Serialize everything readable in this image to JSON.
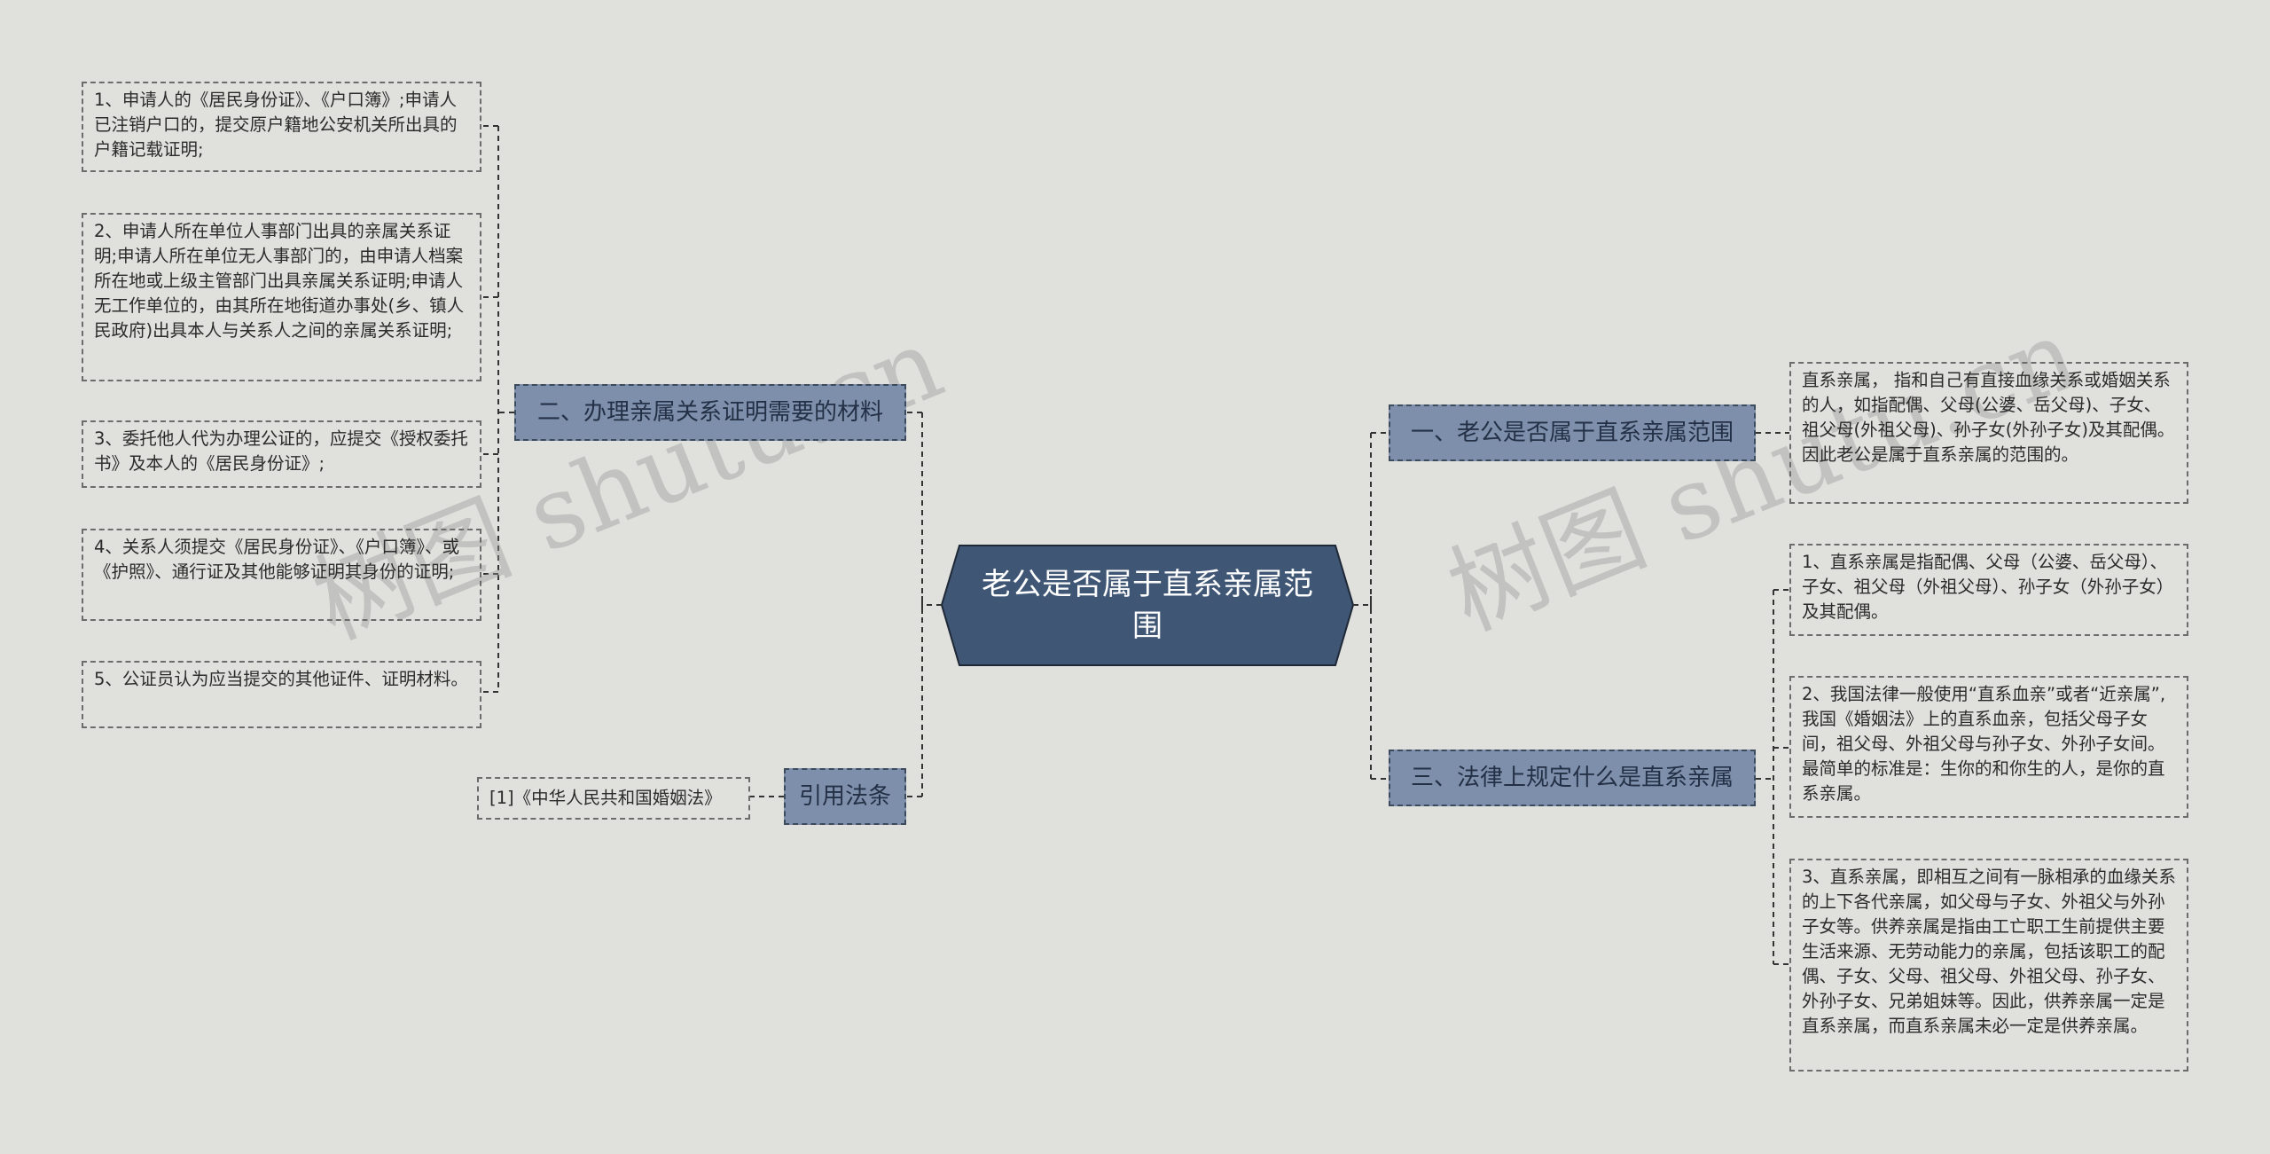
{
  "center": {
    "title": "老公是否属于直系亲属范围"
  },
  "branches": {
    "b1": {
      "label": "一、老公是否属于直系亲属范围"
    },
    "b2": {
      "label": "二、办理亲属关系证明需要的材料"
    },
    "b3": {
      "label": "三、法律上规定什么是直系亲属"
    },
    "b4": {
      "label": "引用法条"
    }
  },
  "leaves": {
    "b1_1": "直系亲属， 指和自己有直接血缘关系或婚姻关系的人，如指配偶、父母(公婆、岳父母)、子女、祖父母(外祖父母)、孙子女(外孙子女)及其配偶。因此老公是属于直系亲属的范围的。",
    "b2_1": "1、申请人的《居民身份证》、《户口簿》;申请人已注销户口的，提交原户籍地公安机关所出具的户籍记载证明;",
    "b2_2": "2、申请人所在单位人事部门出具的亲属关系证明;申请人所在单位无人事部门的，由申请人档案所在地或上级主管部门出具亲属关系证明;申请人无工作单位的，由其所在地街道办事处(乡、镇人民政府)出具本人与关系人之间的亲属关系证明;",
    "b2_3": "3、委托他人代为办理公证的，应提交《授权委托书》及本人的《居民身份证》;",
    "b2_4": "4、关系人须提交《居民身份证》、《户口簿》、或《护照》、通行证及其他能够证明其身份的证明;",
    "b2_5": "5、公证员认为应当提交的其他证件、证明材料。",
    "b3_1": "1、直系亲属是指配偶、父母（公婆、岳父母）、子女、祖父母（外祖父母）、孙子女（外孙子女）及其配偶。",
    "b3_2": "2、我国法律一般使用“直系血亲”或者“近亲属”,我国《婚姻法》上的直系血亲，包括父母子女间，祖父母、外祖父母与孙子女、外孙子女间。最简单的标准是：生你的和你生的人，是你的直系亲属。",
    "b3_3": "3、直系亲属，即相互之间有一脉相承的血缘关系的上下各代亲属，如父母与子女、外祖父与外孙子女等。供养亲属是指由工亡职工生前提供主要生活来源、无劳动能力的亲属，包括该职工的配偶、子女、父母、祖父母、外祖父母、孙子女、外孙子女、兄弟姐妹等。因此，供养亲属一定是直系亲属，而直系亲属未必一定是供养亲属。",
    "b4_1": "[1]《中华人民共和国婚姻法》"
  },
  "watermarks": [
    "树图 shutu.cn",
    "树图 shutu.cn"
  ],
  "colors": {
    "background": "#e0e0dc",
    "center_fill": "#3f5675",
    "branch_fill": "#7d8fab",
    "connector": "#333333"
  }
}
